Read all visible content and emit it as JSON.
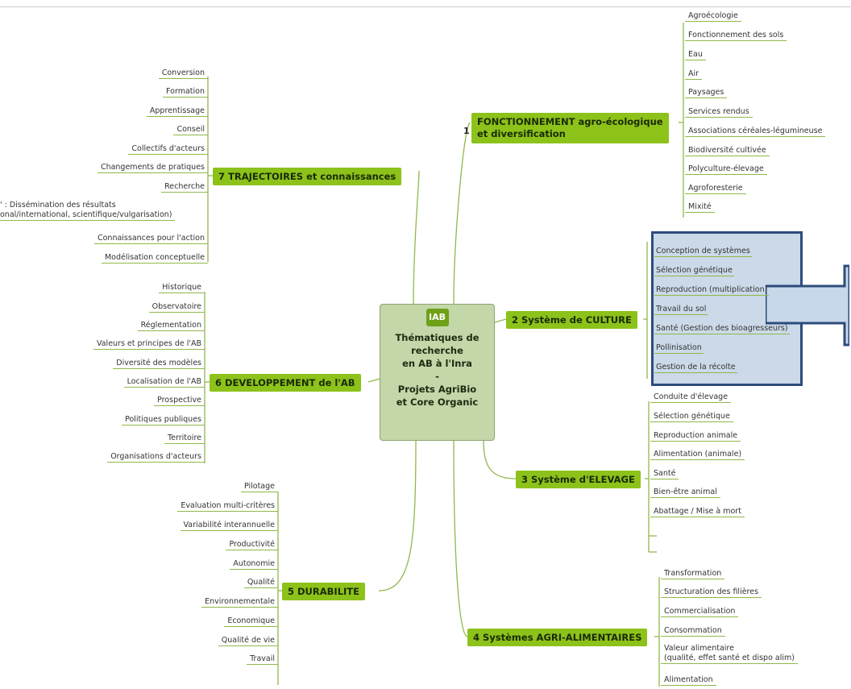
{
  "center": {
    "logo_text": "IAB",
    "text": "Thématiques de\nrecherche\nen AB à l'Inra\n-\nProjets AgriBio\net Core Organic"
  },
  "branches": {
    "b1": {
      "number": "1",
      "label": "FONCTIONNEMENT agro-écologique\net diversification",
      "items": [
        "Agroécologie",
        "Fonctionnement des sols",
        "Eau",
        "Air",
        "Paysages",
        "Services rendus",
        "Associations céréales-légumineuse",
        "Biodiversité cultivée",
        "Polyculture-élevage",
        "Agroforesterie",
        "Mixité"
      ]
    },
    "b2": {
      "label": "2 Système de CULTURE",
      "items": [
        "Conception de systèmes",
        "Sélection génétique",
        "Reproduction (multiplication)",
        "Travail du sol",
        "Santé (Gestion des bioagresseurs)",
        "Pollinisation",
        "Gestion de la récolte"
      ]
    },
    "b3": {
      "label": "3 Système d'ELEVAGE",
      "items": [
        "Conduite d'élevage",
        "Sélection génétique",
        "Reproduction animale",
        "Alimentation (animale)",
        "Santé",
        "Bien-être animal",
        "Abattage / Mise à mort"
      ]
    },
    "b4": {
      "label": "4 Systèmes AGRI-ALIMENTAIRES",
      "items": [
        "Transformation",
        "Structuration des filières",
        "Commercialisation",
        "Consommation",
        "Valeur alimentaire\n(qualité, effet santé et dispo alim)",
        "Alimentation"
      ]
    },
    "b5": {
      "label": "5 DURABILITE",
      "items": [
        "Pilotage",
        "Evaluation multi-critères",
        "Variabilité interannuelle",
        "Productivité",
        "Autonomie",
        "Qualité",
        "Environnementale",
        "Economique",
        "Qualité de vie",
        "Travail"
      ]
    },
    "b6": {
      "label": "6 DEVELOPPEMENT de l'AB",
      "items": [
        "Historique",
        "Observatoire",
        "Réglementation",
        "Valeurs et principes de l'AB",
        "Diversité des modèles",
        "Localisation de l'AB",
        "Prospective",
        "Politiques publiques",
        "Territoire",
        "Organisations d'acteurs"
      ]
    },
    "b7": {
      "label": "7 TRAJECTOIRES et connaissances",
      "items": [
        "Conversion",
        "Formation",
        "Apprentissage",
        "Conseil",
        "Collectifs d'acteurs",
        "Changements de pratiques",
        "Recherche",
        "' : Dissémination des résultats\nonal/international, scientifique/vulgarisation)",
        "Connaissances pour l'action",
        "Modélisation conceptuelle"
      ]
    }
  },
  "colors": {
    "branch_fill": "#8cc21a",
    "link": "#8fb84a",
    "center_fill": "#c3d7a9",
    "highlight_fill": "#cbd9e8",
    "highlight_border": "#2c4c7c",
    "arrow_fill": "#c8d8ea"
  }
}
